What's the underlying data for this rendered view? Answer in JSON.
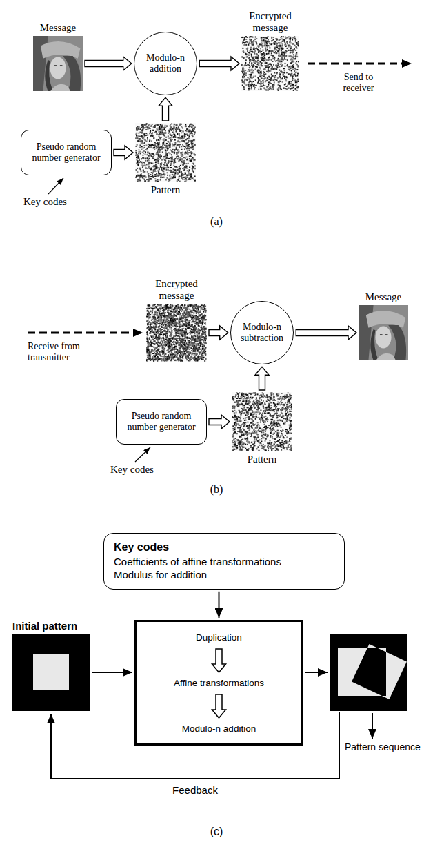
{
  "diagram": {
    "nodes": [
      {
        "text": [
          "Message"
        ]
      },
      {
        "text": [
          "Modulo-n addition"
        ]
      },
      {
        "text": [
          "Encrypted message"
        ]
      },
      {
        "text": [
          "Pseudo random number generator"
        ]
      },
      {
        "text": [
          "Pattern"
        ]
      },
      {
        "text": [
          "Encrypted message"
        ]
      },
      {
        "text": [
          "Modulo-n subtraction"
        ]
      },
      {
        "text": [
          "Message"
        ]
      },
      {
        "text": [
          "Pseudo random number generator"
        ]
      },
      {
        "text": [
          "Pattern"
        ]
      },
      {
        "text": [
          "Key codes",
          "Coefficients of affine transformations",
          "Modulus for addition"
        ]
      },
      {
        "text": [
          "Initial pattern"
        ]
      },
      {
        "text": [
          "Duplication",
          "Affine transformations",
          "Modulo-n addition"
        ]
      }
    ],
    "edges": [
      {
        "from": 0,
        "to": 1,
        "arrow": "to"
      },
      {
        "from": 1,
        "to": 2,
        "arrow": "to"
      },
      {
        "from": 3,
        "to": 4,
        "arrow": "to"
      },
      {
        "from": 4,
        "to": 1,
        "arrow": "to"
      },
      {
        "from": 5,
        "to": 6,
        "arrow": "to"
      },
      {
        "from": 6,
        "to": 7,
        "arrow": "to"
      },
      {
        "from": 8,
        "to": 9,
        "arrow": "to"
      },
      {
        "from": 9,
        "to": 6,
        "arrow": "to"
      },
      {
        "from": 10,
        "to": 12,
        "arrow": "to"
      },
      {
        "from": 11,
        "to": 12,
        "arrow": "to"
      }
    ],
    "labels": [
      "Send to receiver",
      "Key codes",
      "(a)",
      "Receive from transmitter",
      "Key codes",
      "(b)",
      "Feedback",
      "Pattern sequence",
      "(c)"
    ]
  }
}
